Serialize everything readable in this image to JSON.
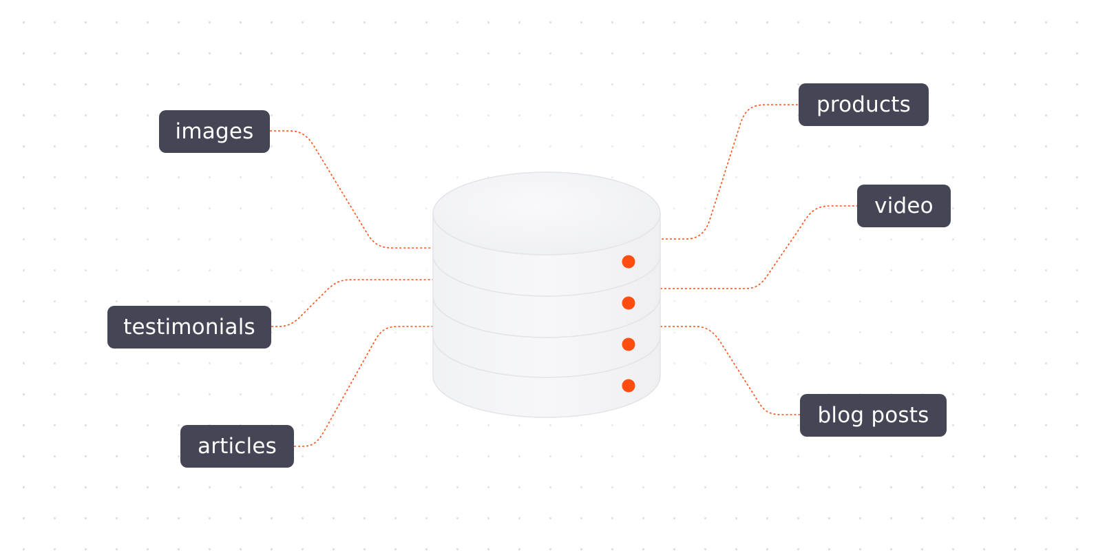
{
  "colors": {
    "accent": "#ff4d12",
    "tag_background": "#454655",
    "tag_text": "#ffffff",
    "cylinder_fill": "#f3f4f6",
    "cylinder_edge": "#e2e3e7"
  },
  "center": {
    "icon": "database-icon",
    "indicator_count": 4
  },
  "sources_left": [
    {
      "id": "images",
      "label": "images"
    },
    {
      "id": "testimonials",
      "label": "testimonials"
    },
    {
      "id": "articles",
      "label": "articles"
    }
  ],
  "sources_right": [
    {
      "id": "products",
      "label": "products"
    },
    {
      "id": "video",
      "label": "video"
    },
    {
      "id": "blog-posts",
      "label": "blog posts"
    }
  ]
}
